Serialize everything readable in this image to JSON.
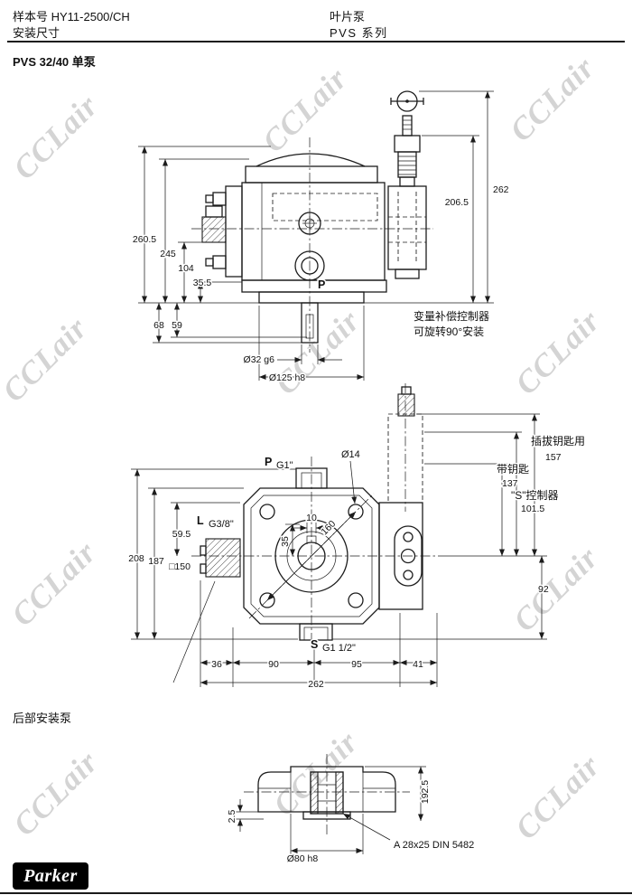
{
  "watermark": {
    "text": "CCLair"
  },
  "header": {
    "doc_number": "样本号 HY11-2500/CH",
    "page_title": "安装尺寸",
    "product_name": "叶片泵",
    "series_name": "PVS 系列"
  },
  "top_view": {
    "title": "PVS 32/40 单泵",
    "port_p": "P",
    "note1": "变量补偿控制器",
    "note2": "可旋转90°安装",
    "dims": {
      "overall_height": "260.5",
      "h245": "245",
      "h104": "104",
      "h35_5": "35.5",
      "shaft_68": "68",
      "shaft_59": "59",
      "comp_height": "262",
      "comp_206_5": "206.5",
      "shaft_dia": "Ø32 g6",
      "pilot_dia": "Ø125 h8"
    }
  },
  "front_view": {
    "port_p": "P",
    "port_p_thread": "G1\"",
    "hole_dia": "Ø14",
    "port_l": "L",
    "port_l_thread": "G3/8\"",
    "port_s": "S",
    "port_s_thread": "G1 1/2\"",
    "dims": {
      "h208": "208",
      "h187": "187",
      "h59_5": "59.5",
      "square": "□150",
      "w10": "10",
      "w35": "35",
      "bolt_circle": "160",
      "key_note": "插拔钥匙用",
      "h157": "157",
      "key_note2": "带钥匙",
      "h137": "137",
      "ctrl_note": "\"S\"控制器",
      "h101_5": "101.5",
      "h92": "92",
      "w36": "36",
      "w90": "90",
      "w95": "95",
      "w41": "41",
      "w262": "262"
    }
  },
  "rear_view": {
    "title": "后部安装泵",
    "dims": {
      "h192_5": "192.5",
      "h2_5": "2.5",
      "pilot_dia": "Ø80 h8",
      "spline": "A 28x25 DIN 5482"
    }
  },
  "footer": {
    "logo": "Parker"
  }
}
